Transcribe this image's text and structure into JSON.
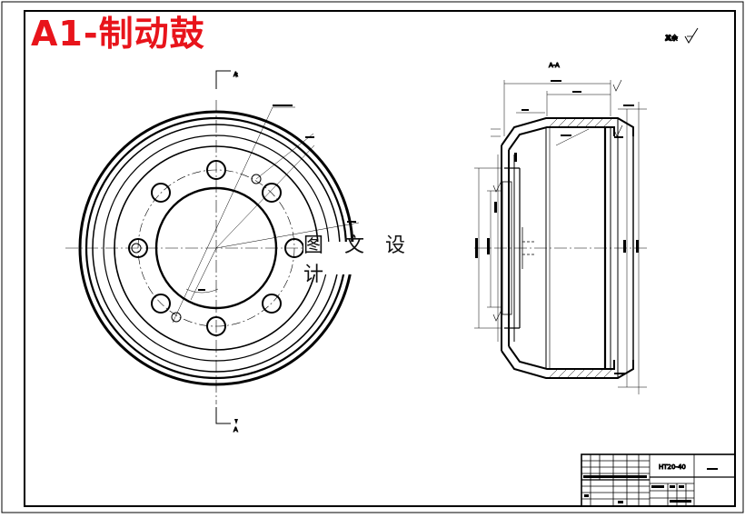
{
  "drawing": {
    "title": "A1-制动鼓",
    "watermark": "图 文 设 计",
    "section_label": "A-A",
    "roughness_note": "其余",
    "section_mark_top": "A",
    "section_mark_bottom": "A"
  },
  "title_block": {
    "material": "HT20-40"
  }
}
